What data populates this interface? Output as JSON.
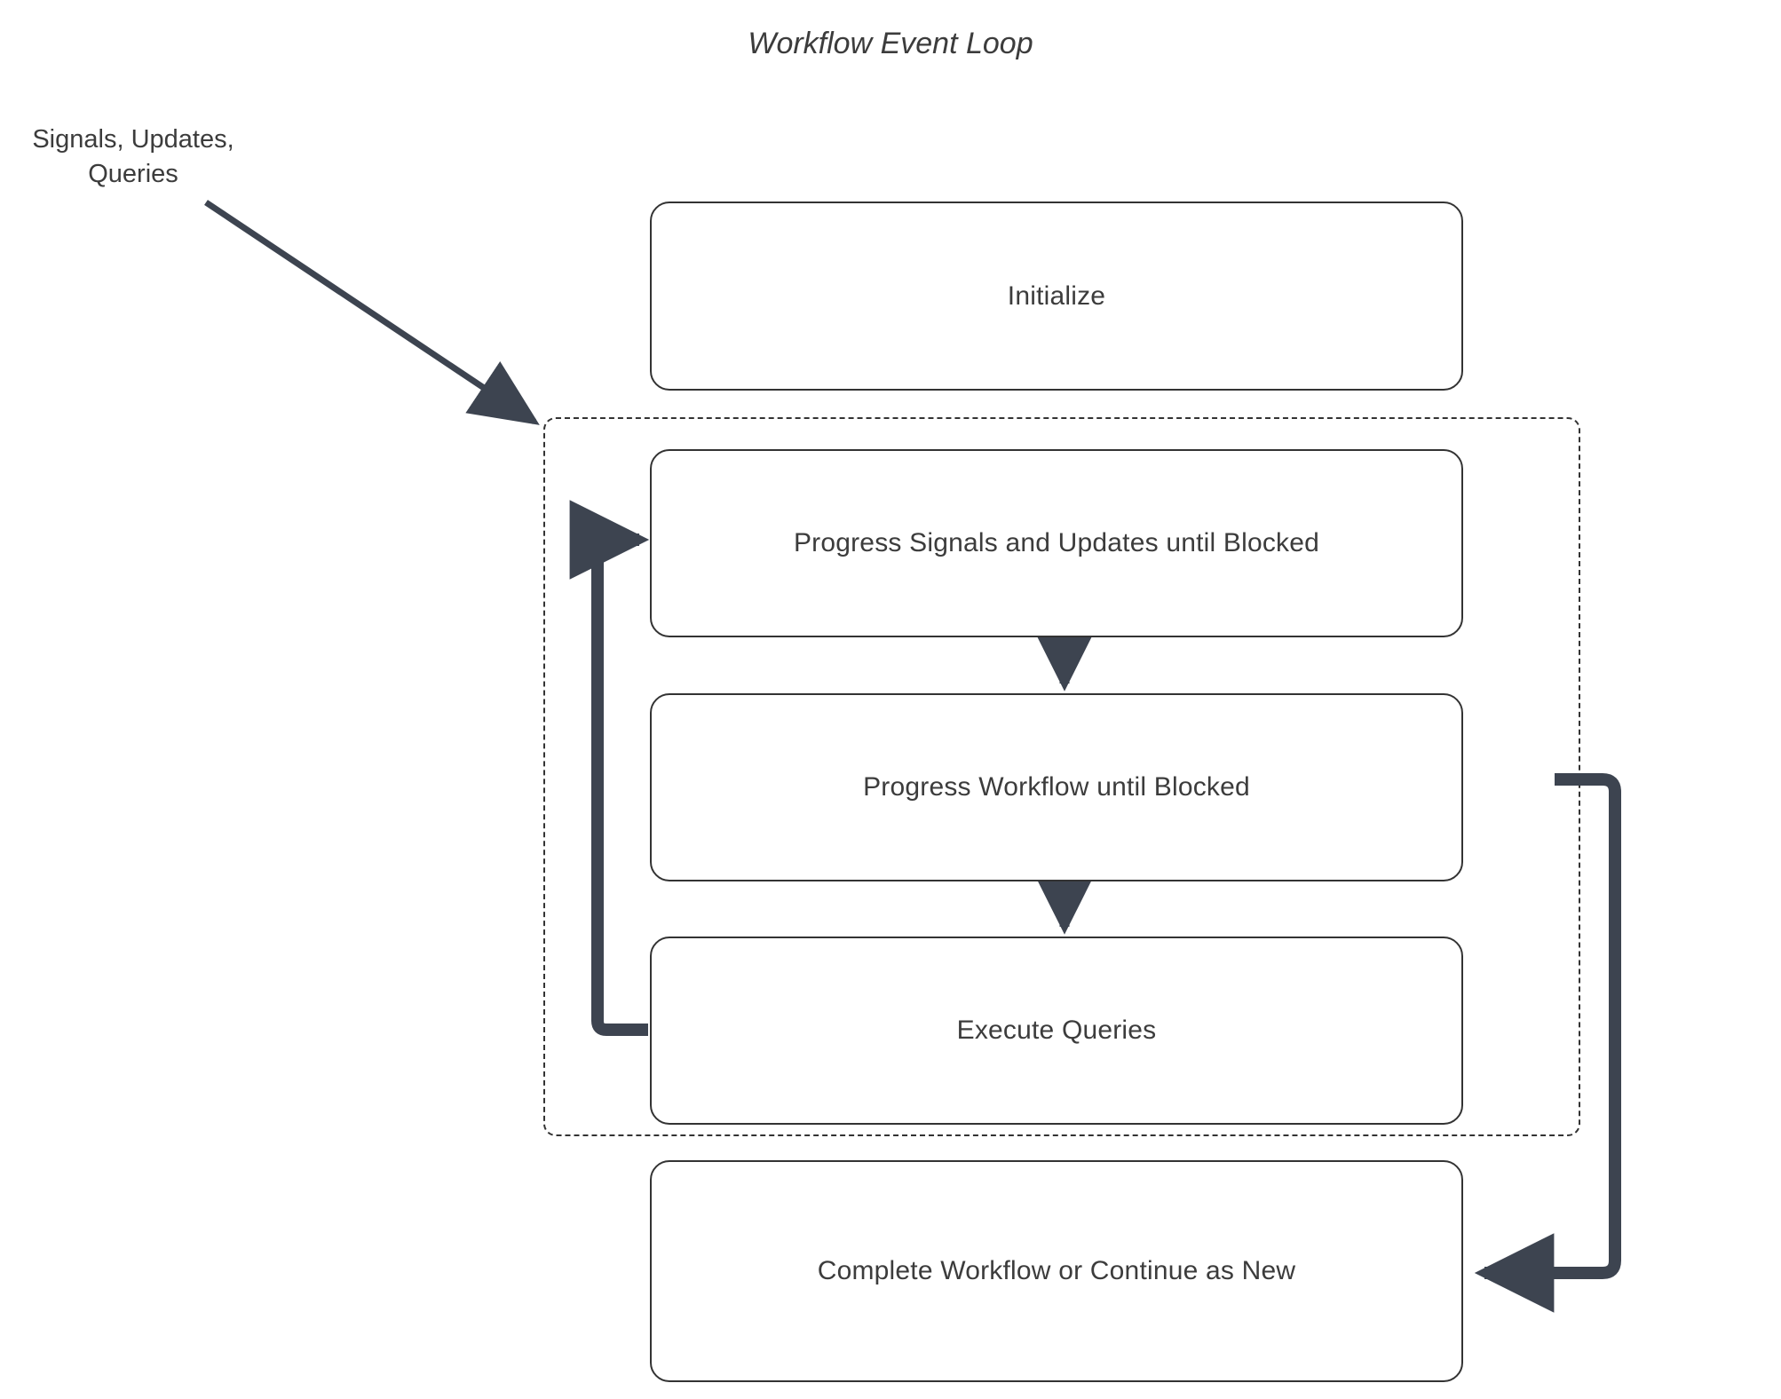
{
  "diagram": {
    "title": "Workflow Event Loop",
    "accent_color": "#3d4450",
    "node_border_color": "#333333",
    "node_fill_color": "#ffffff",
    "text_color": "#3c3c3c",
    "background_color": "#ffffff"
  },
  "annotations": {
    "external_input": "Signals, Updates,\nQueries"
  },
  "nodes": [
    {
      "id": "initialize",
      "label": "Initialize"
    },
    {
      "id": "progress-signals",
      "label": "Progress Signals and Updates until Blocked"
    },
    {
      "id": "progress-workflow",
      "label": "Progress Workflow until Blocked"
    },
    {
      "id": "execute-queries",
      "label": "Execute Queries"
    },
    {
      "id": "complete-workflow",
      "label": "Complete Workflow or Continue as New"
    }
  ],
  "group": {
    "id": "event-loop-group",
    "label": "",
    "style": "dashed"
  },
  "edges": [
    {
      "from": "external-input",
      "to": "event-loop-group",
      "style": "diagonal-arrow"
    },
    {
      "from": "progress-signals",
      "to": "progress-workflow",
      "style": "vertical-arrow"
    },
    {
      "from": "progress-workflow",
      "to": "execute-queries",
      "style": "vertical-arrow"
    },
    {
      "from": "execute-queries",
      "to": "progress-signals",
      "style": "loop-back-left"
    },
    {
      "from": "progress-workflow",
      "to": "complete-workflow",
      "style": "loop-right-down"
    }
  ]
}
